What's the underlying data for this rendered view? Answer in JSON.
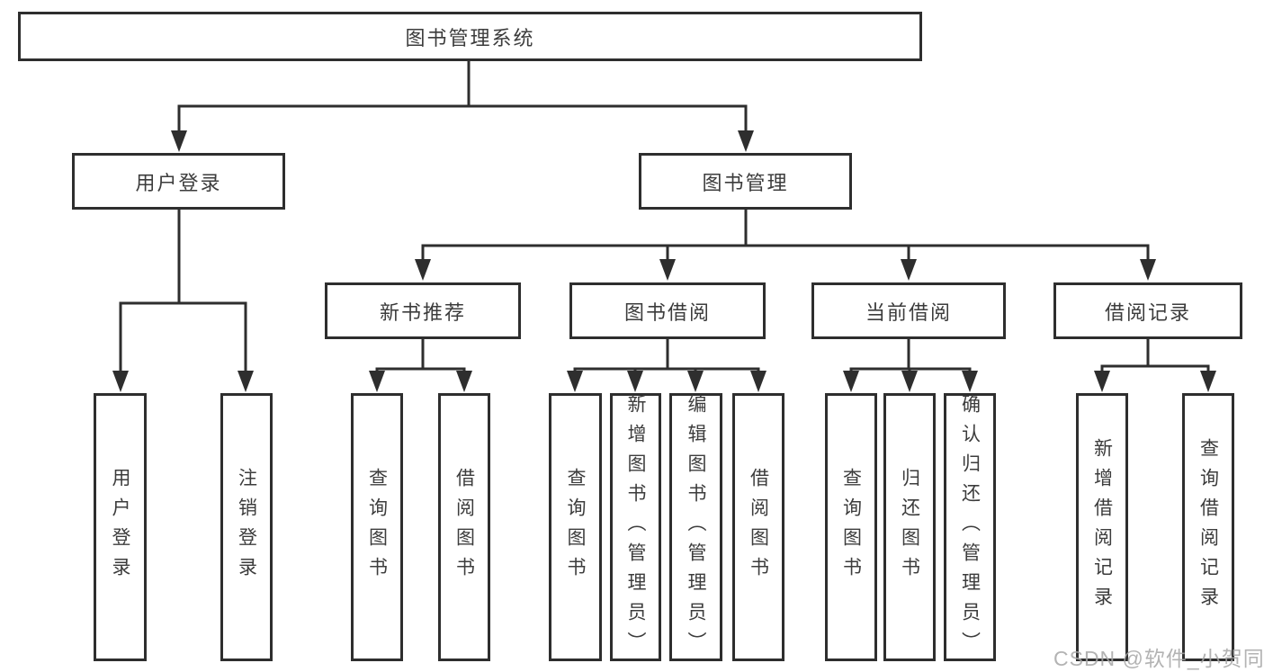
{
  "diagram_title": "图书管理系统",
  "nodes": {
    "root": {
      "label": "图书管理系统"
    },
    "user_login": {
      "label": "用户登录"
    },
    "book_mgmt": {
      "label": "图书管理"
    },
    "new_book_rec": {
      "label": "新书推荐"
    },
    "book_borrow": {
      "label": "图书借阅"
    },
    "current_borrow": {
      "label": "当前借阅"
    },
    "borrow_record": {
      "label": "借阅记录"
    },
    "leaf_user_login": {
      "label": "用户登录"
    },
    "leaf_logout": {
      "label": "注销登录"
    },
    "leaf_query_book_1": {
      "label": "查询图书"
    },
    "leaf_borrow_book_1": {
      "label": "借阅图书"
    },
    "leaf_query_book_2": {
      "label": "查询图书"
    },
    "leaf_add_book": {
      "label": "新增图书（管理员）"
    },
    "leaf_edit_book": {
      "label": "编辑图书（管理员）"
    },
    "leaf_borrow_book_2": {
      "label": "借阅图书"
    },
    "leaf_query_book_3": {
      "label": "查询图书"
    },
    "leaf_return_book": {
      "label": "归还图书"
    },
    "leaf_confirm_return": {
      "label": "确认归还（管理员）"
    },
    "leaf_add_borrow_record": {
      "label": "新增借阅记录"
    },
    "leaf_query_borrow_record": {
      "label": "查询借阅记录"
    }
  },
  "edges": [
    [
      "root",
      "user_login"
    ],
    [
      "root",
      "book_mgmt"
    ],
    [
      "user_login",
      "leaf_user_login"
    ],
    [
      "user_login",
      "leaf_logout"
    ],
    [
      "book_mgmt",
      "new_book_rec"
    ],
    [
      "book_mgmt",
      "book_borrow"
    ],
    [
      "book_mgmt",
      "current_borrow"
    ],
    [
      "book_mgmt",
      "borrow_record"
    ],
    [
      "new_book_rec",
      "leaf_query_book_1"
    ],
    [
      "new_book_rec",
      "leaf_borrow_book_1"
    ],
    [
      "book_borrow",
      "leaf_query_book_2"
    ],
    [
      "book_borrow",
      "leaf_add_book"
    ],
    [
      "book_borrow",
      "leaf_edit_book"
    ],
    [
      "book_borrow",
      "leaf_borrow_book_2"
    ],
    [
      "current_borrow",
      "leaf_query_book_3"
    ],
    [
      "current_borrow",
      "leaf_return_book"
    ],
    [
      "current_borrow",
      "leaf_confirm_return"
    ],
    [
      "borrow_record",
      "leaf_add_borrow_record"
    ],
    [
      "borrow_record",
      "leaf_query_borrow_record"
    ]
  ],
  "watermark": {
    "text": "CSDN @软件_小贺同学"
  },
  "colors": {
    "line": "#2e2e2e",
    "box_border": "#2e2e2e",
    "box_fill": "#ffffff",
    "text": "#3c3c3c",
    "watermark": "#a6a6a6",
    "background": "#ffffff"
  }
}
